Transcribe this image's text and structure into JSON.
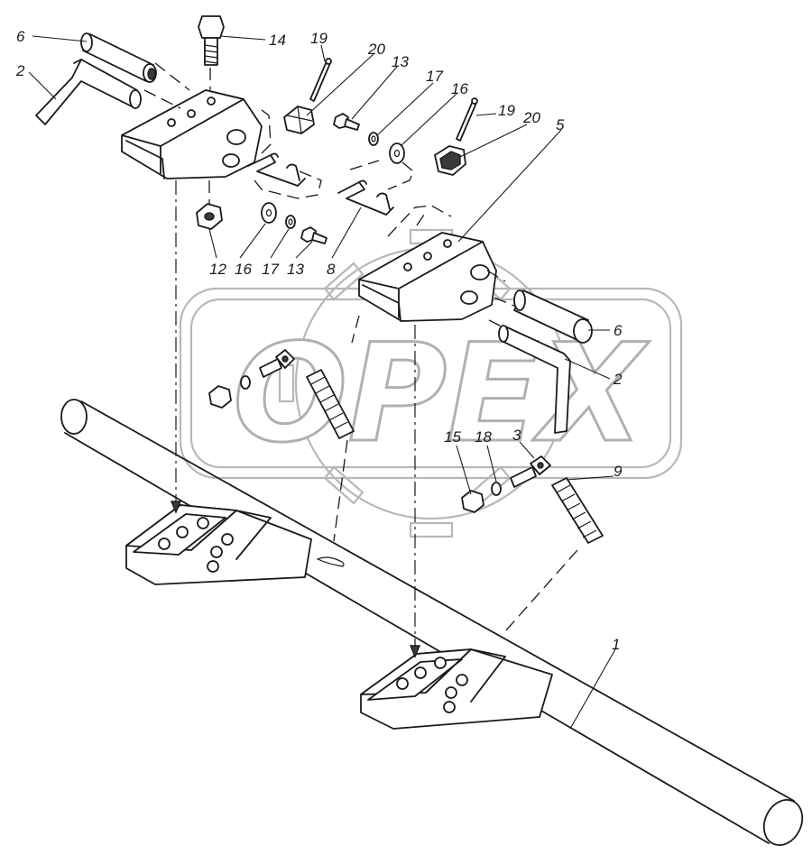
{
  "watermark": {
    "text": "OPEX"
  },
  "callouts": [
    {
      "id": "c6a",
      "label": "6"
    },
    {
      "id": "c2a",
      "label": "2"
    },
    {
      "id": "c14",
      "label": "14"
    },
    {
      "id": "c19a",
      "label": "19"
    },
    {
      "id": "c20a",
      "label": "20"
    },
    {
      "id": "c13a",
      "label": "13"
    },
    {
      "id": "c17a",
      "label": "17"
    },
    {
      "id": "c16a",
      "label": "16"
    },
    {
      "id": "c19b",
      "label": "19"
    },
    {
      "id": "c20b",
      "label": "20"
    },
    {
      "id": "c5",
      "label": "5"
    },
    {
      "id": "c12",
      "label": "12"
    },
    {
      "id": "c16b",
      "label": "16"
    },
    {
      "id": "c17b",
      "label": "17"
    },
    {
      "id": "c13b",
      "label": "13"
    },
    {
      "id": "c8",
      "label": "8"
    },
    {
      "id": "c6b",
      "label": "6"
    },
    {
      "id": "c2b",
      "label": "2"
    },
    {
      "id": "c15",
      "label": "15"
    },
    {
      "id": "c18",
      "label": "18"
    },
    {
      "id": "c3",
      "label": "3"
    },
    {
      "id": "c9",
      "label": "9"
    },
    {
      "id": "c1",
      "label": "1"
    }
  ]
}
